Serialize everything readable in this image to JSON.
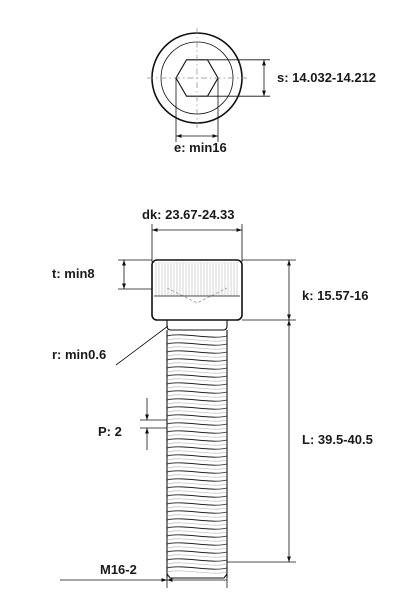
{
  "top_view": {
    "s_label": "s: 14.032-14.212",
    "e_label": "e: min16"
  },
  "side_view": {
    "dk_label": "dk: 23.67-24.33",
    "t_label": "t: min8",
    "k_label": "k: 15.57-16",
    "r_label": "r: min0.6",
    "p_label": "P: 2",
    "l_label": "L: 39.5-40.5",
    "thread_label": "M16-2"
  }
}
